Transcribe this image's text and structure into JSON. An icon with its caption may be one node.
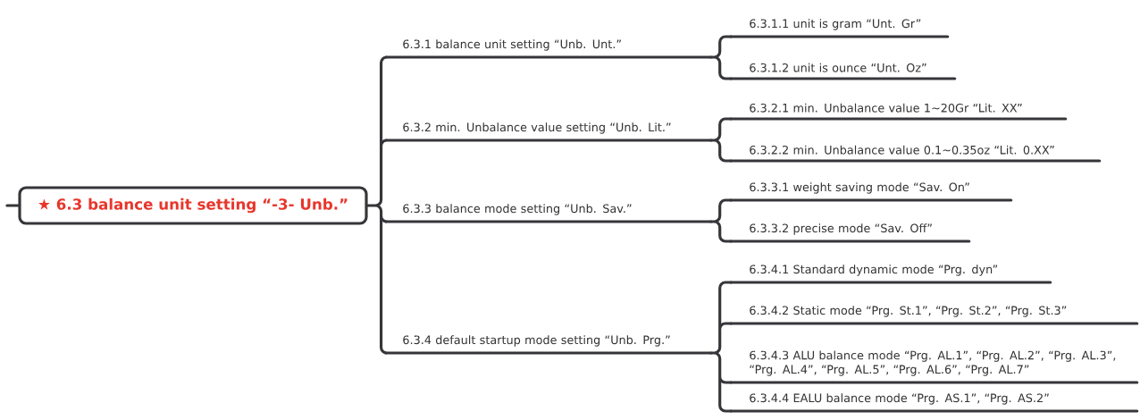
{
  "diagram": {
    "nodes": [
      {
        "text": [
          "★ 6.3 balance unit setting “-3- Unb.”"
        ]
      },
      {
        "text": [
          "6.3.1 balance unit setting “Unb. Unt.”"
        ]
      },
      {
        "text": [
          "6.3.2 min. Unbalance value setting “Unb. Lit.”"
        ]
      },
      {
        "text": [
          "6.3.3 balance mode setting “Unb. Sav.”"
        ]
      },
      {
        "text": [
          "6.3.4 default startup mode setting “Unb. Prg.”"
        ]
      },
      {
        "text": [
          "6.3.1.1 unit is gram “Unt. Gr”"
        ]
      },
      {
        "text": [
          "6.3.1.2 unit is ounce “Unt. Oz”"
        ]
      },
      {
        "text": [
          "6.3.2.1 min. Unbalance value 1∼20Gr “Lit. XX”"
        ]
      },
      {
        "text": [
          "6.3.2.2 min. Unbalance value 0.1∼0.35oz “Lit. 0.XX”"
        ]
      },
      {
        "text": [
          "6.3.3.1 weight saving mode “Sav. On”"
        ]
      },
      {
        "text": [
          "6.3.3.2 precise mode “Sav. Off”"
        ]
      },
      {
        "text": [
          "6.3.4.1 Standard dynamic mode “Prg. dyn”"
        ]
      },
      {
        "text": [
          "6.3.4.2 Static mode “Prg. St.1”, “Prg. St.2”, “Prg. St.3”"
        ]
      },
      {
        "text": [
          "6.3.4.3 ALU balance mode “Prg. AL.1”, “Prg. AL.2”, “Prg. AL.3”, “Prg. AL.4”, “Prg. AL.5”, “Prg. AL.6”, “Prg. AL.7”"
        ]
      },
      {
        "text": [
          "6.3.4.4 EALU balance mode “Prg. AS.1”, “Prg. AS.2”"
        ]
      }
    ],
    "edges": [
      {
        "from": null,
        "to": 0,
        "arrow": "none"
      },
      {
        "from": 0,
        "to": 1,
        "arrow": "none"
      },
      {
        "from": 0,
        "to": 2,
        "arrow": "none"
      },
      {
        "from": 0,
        "to": 3,
        "arrow": "none"
      },
      {
        "from": 0,
        "to": 4,
        "arrow": "none"
      },
      {
        "from": 1,
        "to": 5,
        "arrow": "none"
      },
      {
        "from": 1,
        "to": 6,
        "arrow": "none"
      },
      {
        "from": 2,
        "to": 7,
        "arrow": "none"
      },
      {
        "from": 2,
        "to": 8,
        "arrow": "none"
      },
      {
        "from": 3,
        "to": 9,
        "arrow": "none"
      },
      {
        "from": 3,
        "to": 10,
        "arrow": "none"
      },
      {
        "from": 4,
        "to": 11,
        "arrow": "none"
      },
      {
        "from": 4,
        "to": 12,
        "arrow": "none"
      },
      {
        "from": 4,
        "to": 13,
        "arrow": "none"
      },
      {
        "from": 4,
        "to": 14,
        "arrow": "none"
      }
    ]
  }
}
